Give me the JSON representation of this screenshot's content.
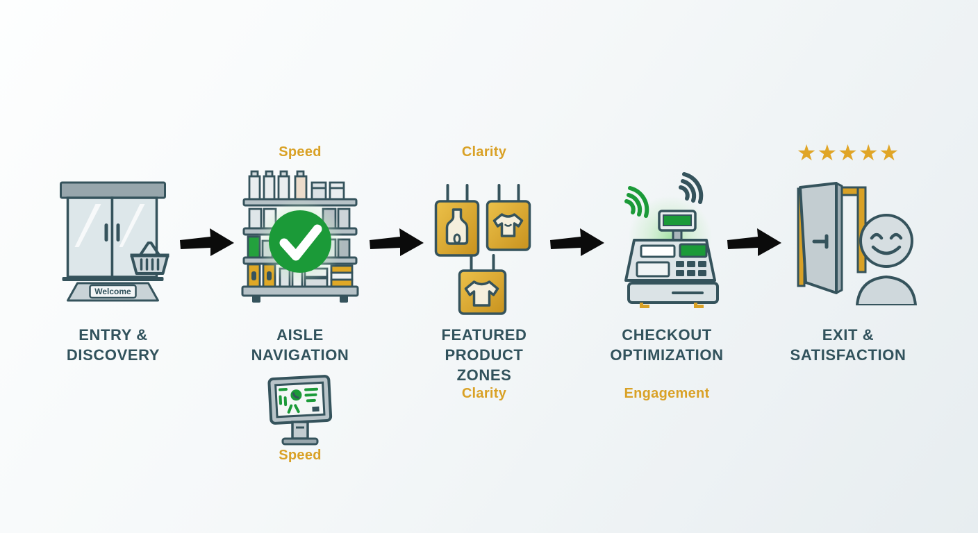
{
  "flow": {
    "stages": [
      {
        "name": "entry-discovery",
        "title": "ENTRY &\nDISCOVERY",
        "icon": "store-entrance-icon",
        "mat_label": "Welcome"
      },
      {
        "name": "aisle-navigation",
        "title": "AISLE\nNAVIGATION",
        "icon": "shelf-checkmark-icon",
        "secondary_icon": "map-kiosk-icon",
        "kpi_top": "Speed",
        "kpi_bottom": "Speed"
      },
      {
        "name": "featured-product-zones",
        "title": "FEATURED\nPRODUCT\nZONES",
        "icon": "hanging-product-tags-icon",
        "kpi_top": "Clarity",
        "kpi_bottom": "Clarity"
      },
      {
        "name": "checkout-optimization",
        "title": "CHECKOUT\nOPTIMIZATION",
        "icon": "cash-register-icon",
        "kpi_bottom": "Engagement"
      },
      {
        "name": "exit-satisfaction",
        "title": "EXIT &\nSATISFACTION",
        "icon": "exit-door-customer-icon",
        "rating_stars": "★★★★★",
        "rating_count": 5
      }
    ]
  },
  "palette": {
    "text_dark": "#31525C",
    "accent_gold": "#D9A126",
    "accent_green": "#1B9A38",
    "arrow_black": "#0B0B0B",
    "background_tint": "#F2F6F8"
  }
}
